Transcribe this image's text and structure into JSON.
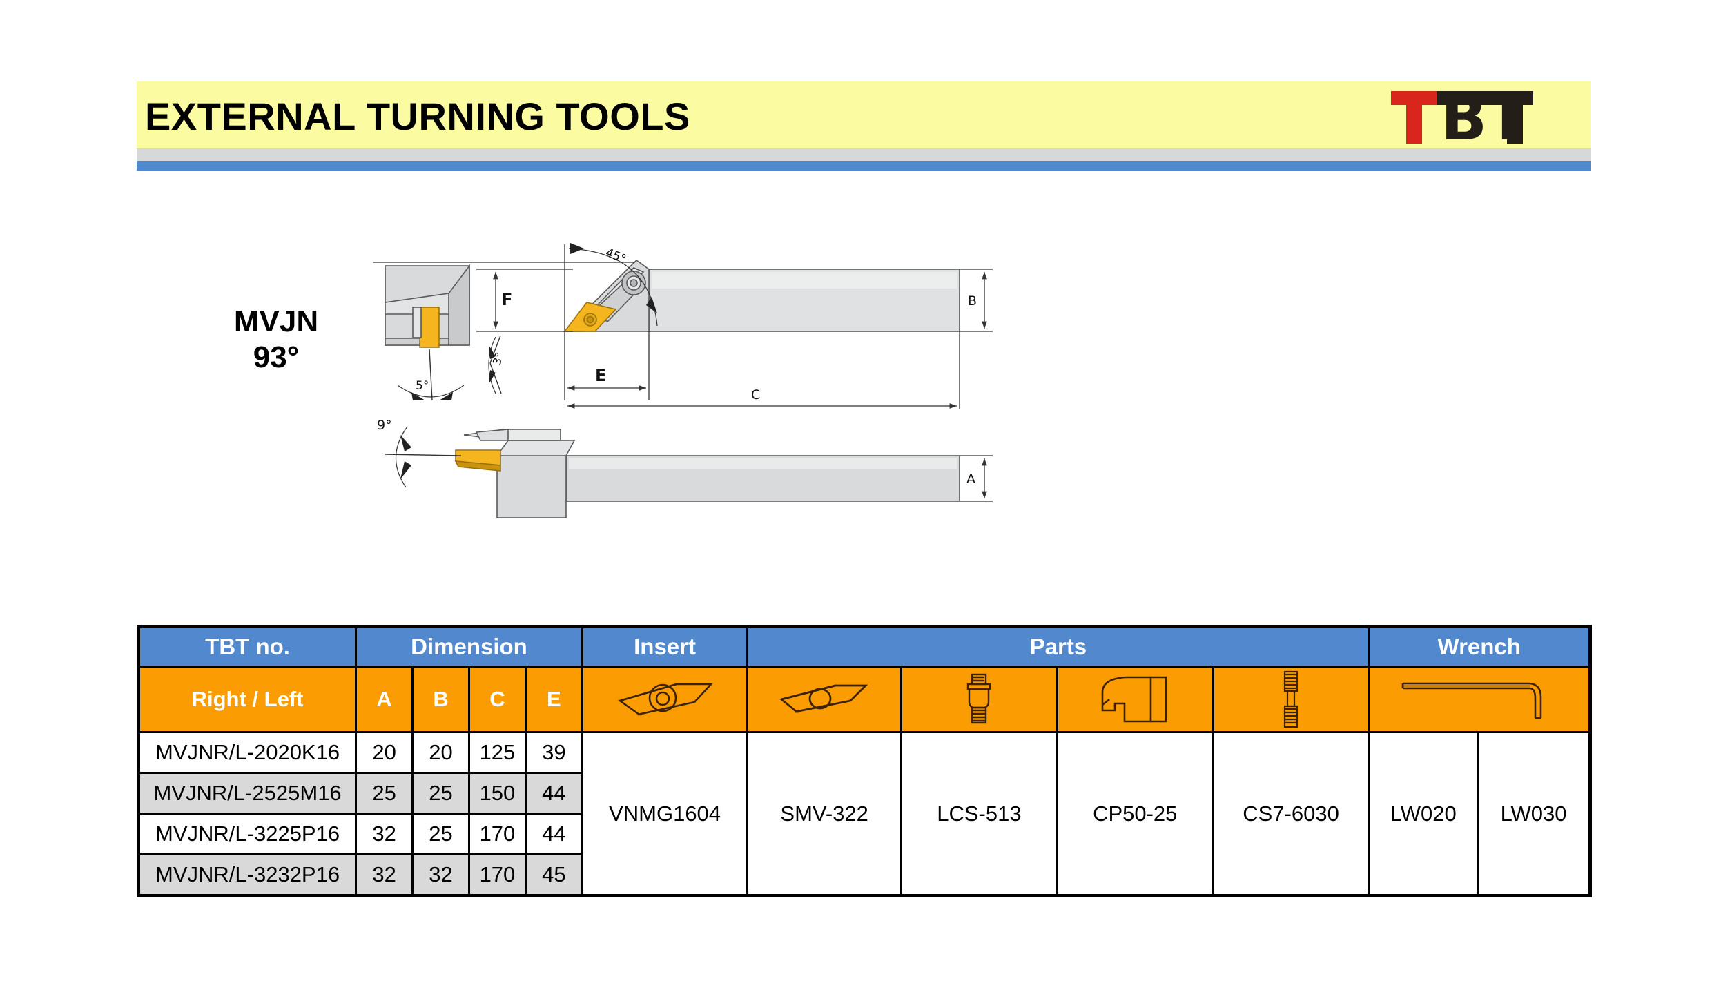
{
  "header": {
    "title": "EXTERNAL TURNING TOOLS",
    "logo": {
      "red_letter": "T",
      "black_letters": "BT",
      "red_color": "#d8261c",
      "black_color": "#231f18"
    },
    "banner_color": "#fbfba2",
    "accent_blue": "#5288ce",
    "accent_orange": "#fb9d02"
  },
  "diagram": {
    "series": "MVJN",
    "angle": "93°",
    "labels": {
      "f": "F",
      "e": "E",
      "b": "B",
      "c": "C",
      "a": "A",
      "angle_45": "45°",
      "angle_3": "3°",
      "angle_5": "5°",
      "angle_9": "9°"
    },
    "colors": {
      "body": "#d9dadb",
      "insert": "#f5b51f",
      "outline": "#58595b"
    }
  },
  "table": {
    "group_headers": [
      {
        "label": "TBT no.",
        "span": 1
      },
      {
        "label": "Dimension",
        "span": 4
      },
      {
        "label": "Insert",
        "span": 1
      },
      {
        "label": "Parts",
        "span": 4
      },
      {
        "label": "Wrench",
        "span": 2
      }
    ],
    "sub_headers": {
      "model": "Right / Left",
      "dims": [
        "A",
        "B",
        "C",
        "E"
      ],
      "icons": [
        "insert-diamond-icon",
        "shim-diamond-icon",
        "clamp-screw-icon",
        "clamp-lever-icon",
        "stud-screw-icon",
        "hex-wrench-icon"
      ]
    },
    "rows": [
      {
        "model": "MVJNR/L-2020K16",
        "A": "20",
        "B": "20",
        "C": "125",
        "E": "39"
      },
      {
        "model": "MVJNR/L-2525M16",
        "A": "25",
        "B": "25",
        "C": "150",
        "E": "44"
      },
      {
        "model": "MVJNR/L-3225P16",
        "A": "32",
        "B": "25",
        "C": "170",
        "E": "44"
      },
      {
        "model": "MVJNR/L-3232P16",
        "A": "32",
        "B": "32",
        "C": "170",
        "E": "45"
      }
    ],
    "merged": {
      "insert": "VNMG1604",
      "shim": "SMV-322",
      "clamp_screw": "LCS-513",
      "clamp_lever": "CP50-25",
      "stud": "CS7-6030",
      "wrench_1": "LW020",
      "wrench_2": "LW030"
    }
  }
}
